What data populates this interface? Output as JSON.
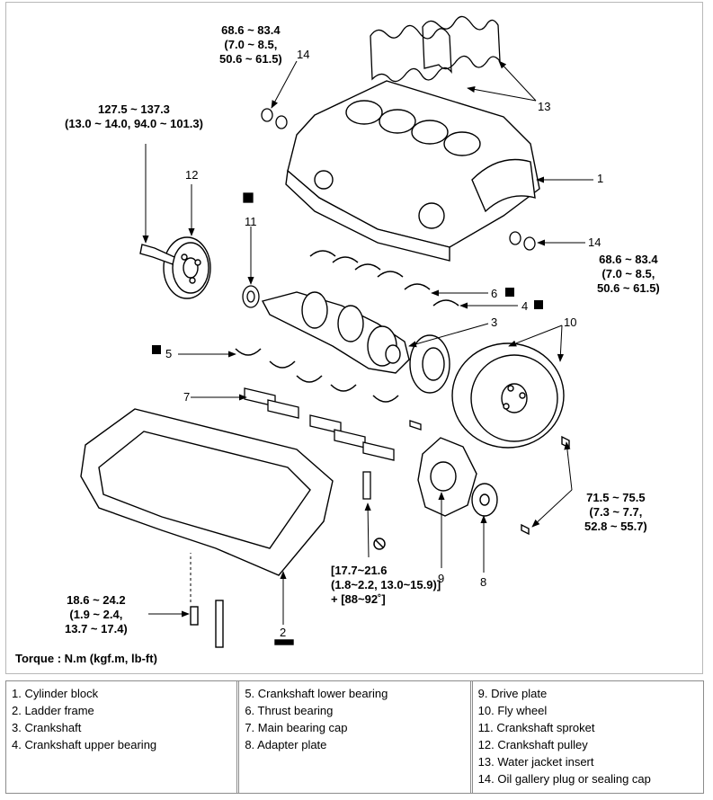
{
  "torques": {
    "t14_top": [
      "68.6 ~ 83.4",
      "(7.0 ~ 8.5,",
      "50.6 ~ 61.5)"
    ],
    "t12": [
      "127.5 ~ 137.3",
      "(13.0 ~ 14.0, 94.0 ~ 101.3)"
    ],
    "t14_right": [
      "68.6 ~ 83.4",
      "(7.0 ~ 8.5,",
      "50.6 ~ 61.5)"
    ],
    "t_flywheel": [
      "71.5 ~ 75.5",
      "(7.3 ~ 7.7,",
      "52.8 ~ 55.7)"
    ],
    "t_cap": [
      "[17.7~21.6",
      "(1.8~2.2, 13.0~15.9)]",
      "+ [88~92˚]"
    ],
    "t_pan": [
      "18.6 ~ 24.2",
      "(1.9 ~ 2.4,",
      "13.7 ~ 17.4)"
    ]
  },
  "callouts": {
    "c14a": "14",
    "c13": "13",
    "c12": "12",
    "c11": "11",
    "c1": "1",
    "c14b": "14",
    "c6": "6",
    "c4": "4",
    "c3": "3",
    "c10": "10",
    "c5": "5",
    "c7": "7",
    "c9": "9",
    "c8": "8",
    "c2": "2"
  },
  "torque_note": "Torque : N.m (kgf.m, lb-ft)",
  "legend": {
    "col1": [
      "1. Cylinder block",
      "2. Ladder frame",
      "3. Crankshaft",
      "4. Crankshaft upper bearing"
    ],
    "col2": [
      "5. Crankshaft lower bearing",
      "6. Thrust bearing",
      "7. Main bearing cap",
      "8. Adapter plate"
    ],
    "col3": [
      "9. Drive plate",
      "10. Fly wheel",
      "11. Crankshaft sproket",
      "12. Crankshaft pulley",
      "13. Water jacket insert",
      "14. Oil gallery plug or sealing cap"
    ]
  }
}
